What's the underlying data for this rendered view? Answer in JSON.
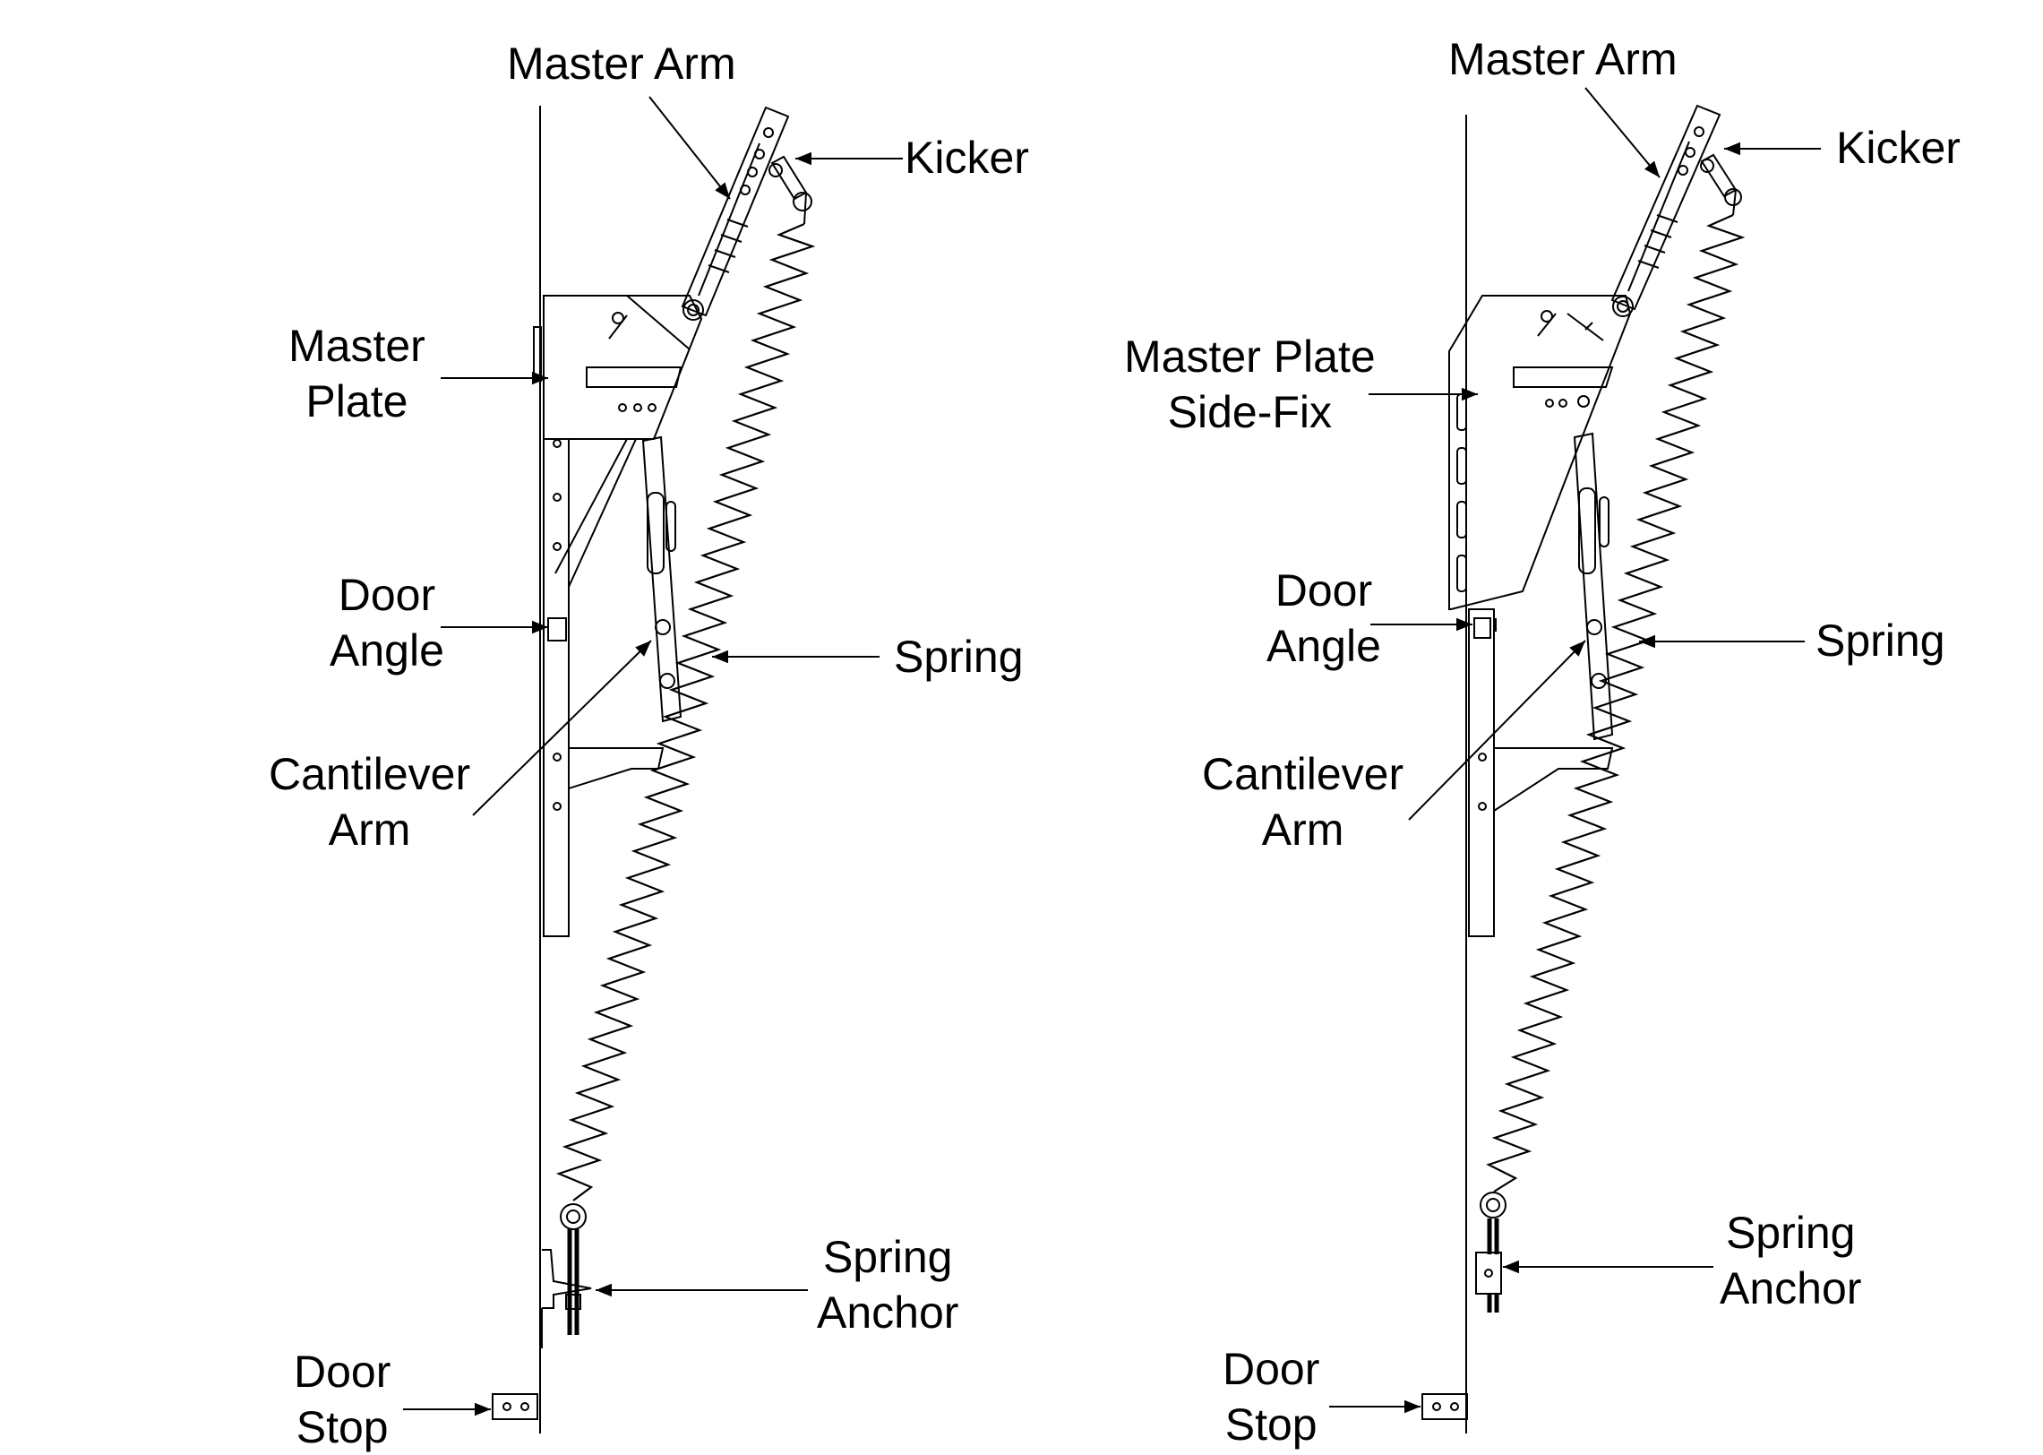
{
  "left_diagram": {
    "labels": {
      "master_arm": "Master Arm",
      "kicker": "Kicker",
      "master_plate": [
        "Master",
        "Plate"
      ],
      "door_angle": [
        "Door",
        "Angle"
      ],
      "spring": "Spring",
      "cantilever_arm": [
        "Cantilever",
        "Arm"
      ],
      "spring_anchor": [
        "Spring",
        "Anchor"
      ],
      "door_stop": [
        "Door",
        "Stop"
      ]
    }
  },
  "right_diagram": {
    "labels": {
      "master_arm": "Master Arm",
      "kicker": "Kicker",
      "master_plate": [
        "Master Plate",
        "Side-Fix"
      ],
      "door_angle": [
        "Door",
        "Angle"
      ],
      "spring": "Spring",
      "cantilever_arm": [
        "Cantilever",
        "Arm"
      ],
      "spring_anchor": [
        "Spring",
        "Anchor"
      ],
      "door_stop": [
        "Door",
        "Stop"
      ]
    }
  },
  "style": {
    "line_color": "#000000",
    "background": "#ffffff"
  }
}
